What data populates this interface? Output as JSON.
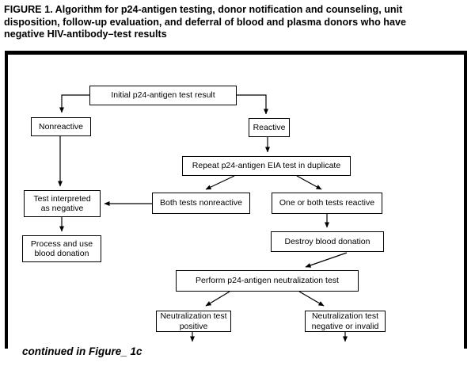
{
  "title": {
    "lines": [
      "FIGURE 1. Algorithm for p24-antigen testing, donor notification and counseling, unit",
      "disposition, follow-up evaluation, and deferral of blood and plasma donors who have",
      "negative HIV-antibody–test results"
    ]
  },
  "flowchart": {
    "nodes": [
      {
        "id": "initial-test",
        "label": "Initial p24-antigen test result"
      },
      {
        "id": "nonreactive",
        "label": "Nonreactive"
      },
      {
        "id": "reactive",
        "label": "Reactive"
      },
      {
        "id": "repeat-eia",
        "label": "Repeat p24-antigen EIA test in duplicate"
      },
      {
        "id": "test-interpreted-negative",
        "label": "Test interpreted\nas negative"
      },
      {
        "id": "both-tests-nonreactive",
        "label": "Both tests nonreactive"
      },
      {
        "id": "one-or-both-reactive",
        "label": "One or both tests reactive"
      },
      {
        "id": "process-and-use",
        "label": "Process and use\nblood donation"
      },
      {
        "id": "destroy-donation",
        "label": "Destroy blood donation"
      },
      {
        "id": "perform-neutralization",
        "label": "Perform p24-antigen neutralization test"
      },
      {
        "id": "neutralization-positive",
        "label": "Neutralization test\npositive"
      },
      {
        "id": "neutralization-negative",
        "label": "Neutralization test\nnegative or invalid"
      }
    ],
    "edges": [
      {
        "from": "initial-test",
        "to": "nonreactive"
      },
      {
        "from": "initial-test",
        "to": "reactive"
      },
      {
        "from": "reactive",
        "to": "repeat-eia"
      },
      {
        "from": "repeat-eia",
        "to": "both-tests-nonreactive"
      },
      {
        "from": "repeat-eia",
        "to": "one-or-both-reactive"
      },
      {
        "from": "both-tests-nonreactive",
        "to": "test-interpreted-negative"
      },
      {
        "from": "nonreactive",
        "to": "test-interpreted-negative"
      },
      {
        "from": "test-interpreted-negative",
        "to": "process-and-use"
      },
      {
        "from": "one-or-both-reactive",
        "to": "destroy-donation"
      },
      {
        "from": "destroy-donation",
        "to": "perform-neutralization"
      },
      {
        "from": "perform-neutralization",
        "to": "neutralization-positive"
      },
      {
        "from": "perform-neutralization",
        "to": "neutralization-negative"
      },
      {
        "from": "neutralization-positive",
        "to": "continued-figure-1c"
      },
      {
        "from": "neutralization-negative",
        "to": "continued-figure-1c"
      }
    ]
  },
  "footer": {
    "continued_note": "continued in Figure_ 1c"
  },
  "colors": {
    "line": "#000000",
    "background": "#ffffff"
  }
}
